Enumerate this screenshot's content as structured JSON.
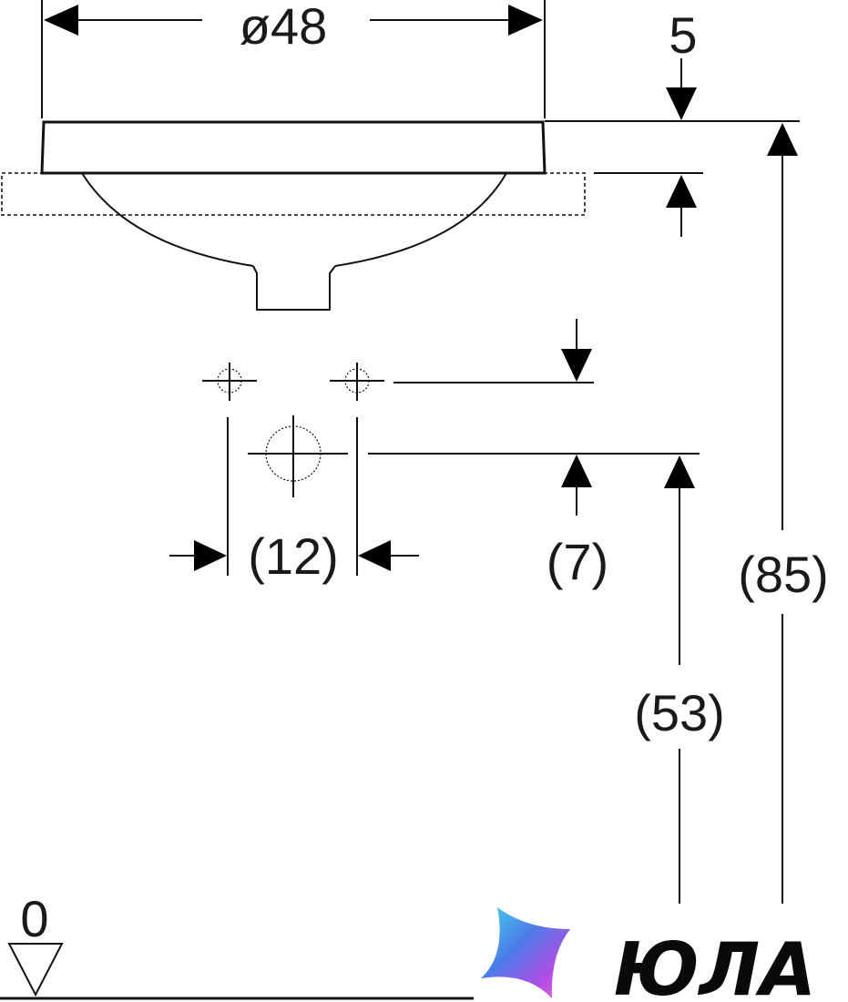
{
  "dimensions": {
    "diameter": "ø48",
    "rim_thickness": "5",
    "tap_hole_spacing": "(12)",
    "tap_offset": "(7)",
    "waste_height": "(53)",
    "rim_height": "(85)",
    "floor_level": "0"
  },
  "watermark": {
    "brand": "ЮЛА",
    "gradient_colors": [
      "#46d7f0",
      "#4a7de8",
      "#b04de8",
      "#f06ad0"
    ]
  }
}
